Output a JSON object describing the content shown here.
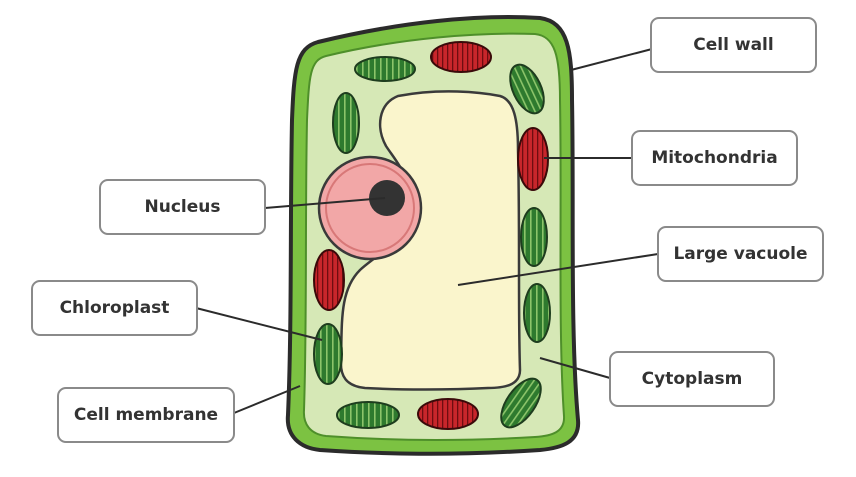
{
  "labels": {
    "cell_wall": "Cell wall",
    "mitochondria": "Mitochondria",
    "nucleus": "Nucleus",
    "large_vacuole": "Large vacuole",
    "chloroplast": "Chloroplast",
    "cytoplasm": "Cytoplasm",
    "cell_membrane": "Cell membrane"
  },
  "colors": {
    "cell_wall": "#7cc242",
    "cell_outline": "#2b2b2b",
    "cytoplasm": "#d6e8b6",
    "vacuole": "#faf5cc",
    "nucleus": "#f2a7a7",
    "nucleolus": "#333333",
    "chloroplast": "#2e7a2e",
    "mitochondria": "#c8262b",
    "label_border": "#8a8a8a",
    "label_text": "#333333"
  }
}
